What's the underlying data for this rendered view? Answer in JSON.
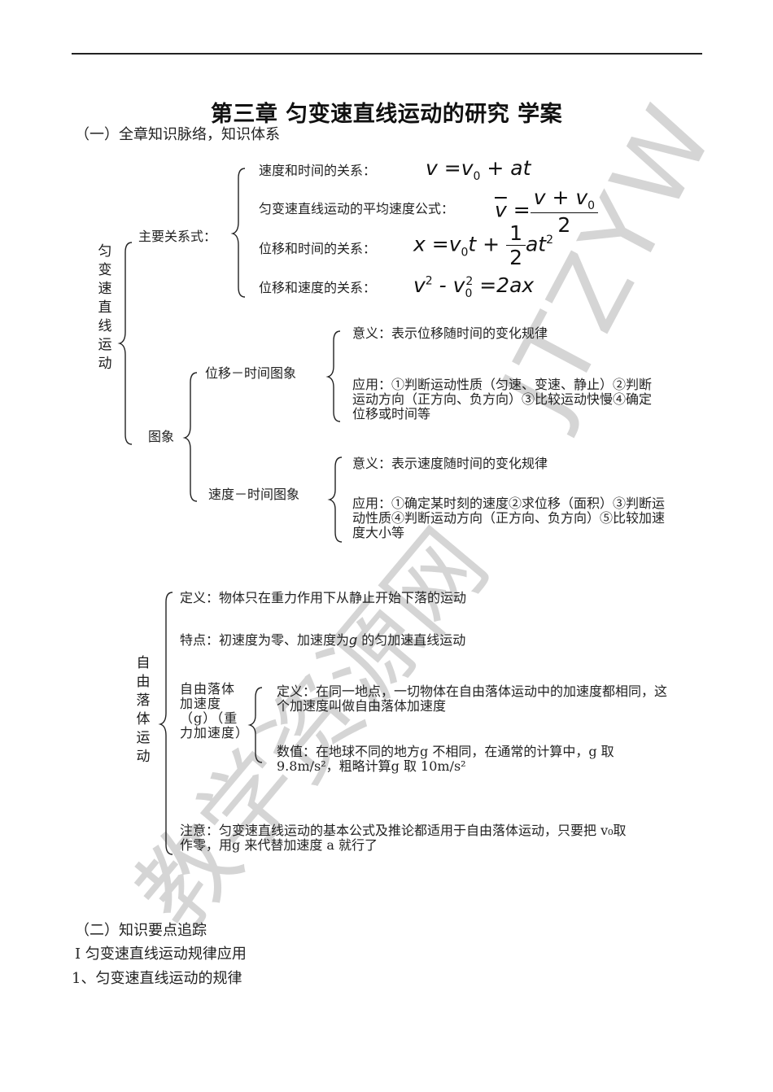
{
  "watermark": {
    "cn": "教学资源网",
    "en": "JTZYW"
  },
  "title": "第三章  匀变速直线运动的研究  学案",
  "section1": {
    "heading": "（一）全章知识脉络，知识体系",
    "root_label": "匀变速直线运动",
    "main_relations": {
      "label": "主要关系式：",
      "items": [
        {
          "label": "速度和时间的关系：",
          "formula": "v = v0 + at"
        },
        {
          "label": "匀变速直线运动的平均速度公式：",
          "formula": "v̄ = (v + v0) / 2"
        },
        {
          "label": "位移和时间的关系：",
          "formula": "x = v0 t + (1/2) a t^2"
        },
        {
          "label": "位移和速度的关系：",
          "formula": "v^2 - v0^2 = 2ax"
        }
      ]
    },
    "graphs": {
      "label": "图象",
      "xt": {
        "label": "位移－时间图象",
        "meaning": "意义：表示位移随时间的变化规律",
        "application": "应用：①判断运动性质（匀速、变速、静止）②判断运动方向（正方向、负方向）③比较运动快慢④确定位移或时间等"
      },
      "vt": {
        "label": "速度－时间图象",
        "meaning": "意义：表示速度随时间的变化规律",
        "application": "应用：①确定某时刻的速度②求位移（面积）③判断运动性质④判断运动方向（正方向、负方向）⑤比较加速度大小等"
      }
    },
    "free_fall": {
      "label": "自由落体运动",
      "definition": "定义：物体只在重力作用下从静止开始下落的运动",
      "feature_pre": "特点：初速度为零、加速度为",
      "feature_g": "g",
      "feature_post": " 的匀加速直线运动",
      "accel": {
        "label": "自由落体加速度（g）（重力加速度）",
        "definition": "定义：在同一地点，一切物体在自由落体运动中的加速度都相同，这个加速度叫做自由落体加速度",
        "value": "数值：在地球不同的地方g 不相同，在通常的计算中，g 取 9.8m/s²，粗略计算g 取 10m/s²"
      },
      "note": "注意：匀变速直线运动的基本公式及推论都适用于自由落体运动，只要把 v₀取作零，用g 来代替加速度 a 就行了"
    }
  },
  "section2": {
    "heading": "（二）知识要点追踪",
    "subheading": "Ⅰ  匀变速直线运动规律应用",
    "item1": "1、匀变速直线运动的规律"
  }
}
